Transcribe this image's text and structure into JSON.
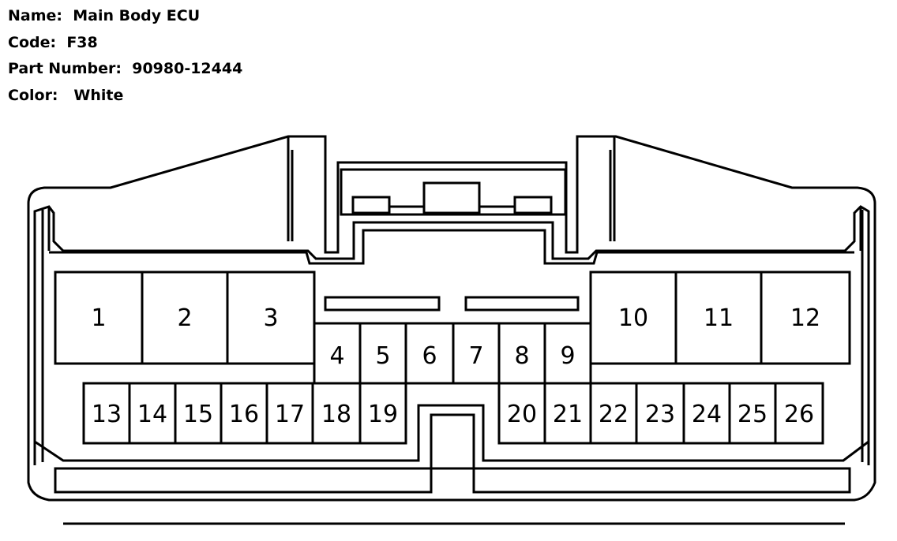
{
  "connector_info": {
    "name_label": "Name:",
    "name_value": "Main Body ECU",
    "code_label": "Code:",
    "code_value": "F38",
    "part_label": "Part Number:",
    "part_value": "90980-12444",
    "color_label": "Color:",
    "color_value": "White"
  },
  "pins": {
    "p1": "1",
    "p2": "2",
    "p3": "3",
    "p4": "4",
    "p5": "5",
    "p6": "6",
    "p7": "7",
    "p8": "8",
    "p9": "9",
    "p10": "10",
    "p11": "11",
    "p12": "12",
    "p13": "13",
    "p14": "14",
    "p15": "15",
    "p16": "16",
    "p17": "17",
    "p18": "18",
    "p19": "19",
    "p20": "20",
    "p21": "21",
    "p22": "22",
    "p23": "23",
    "p24": "24",
    "p25": "25",
    "p26": "26"
  },
  "colors": {
    "line": "#000000",
    "background": "#ffffff"
  }
}
